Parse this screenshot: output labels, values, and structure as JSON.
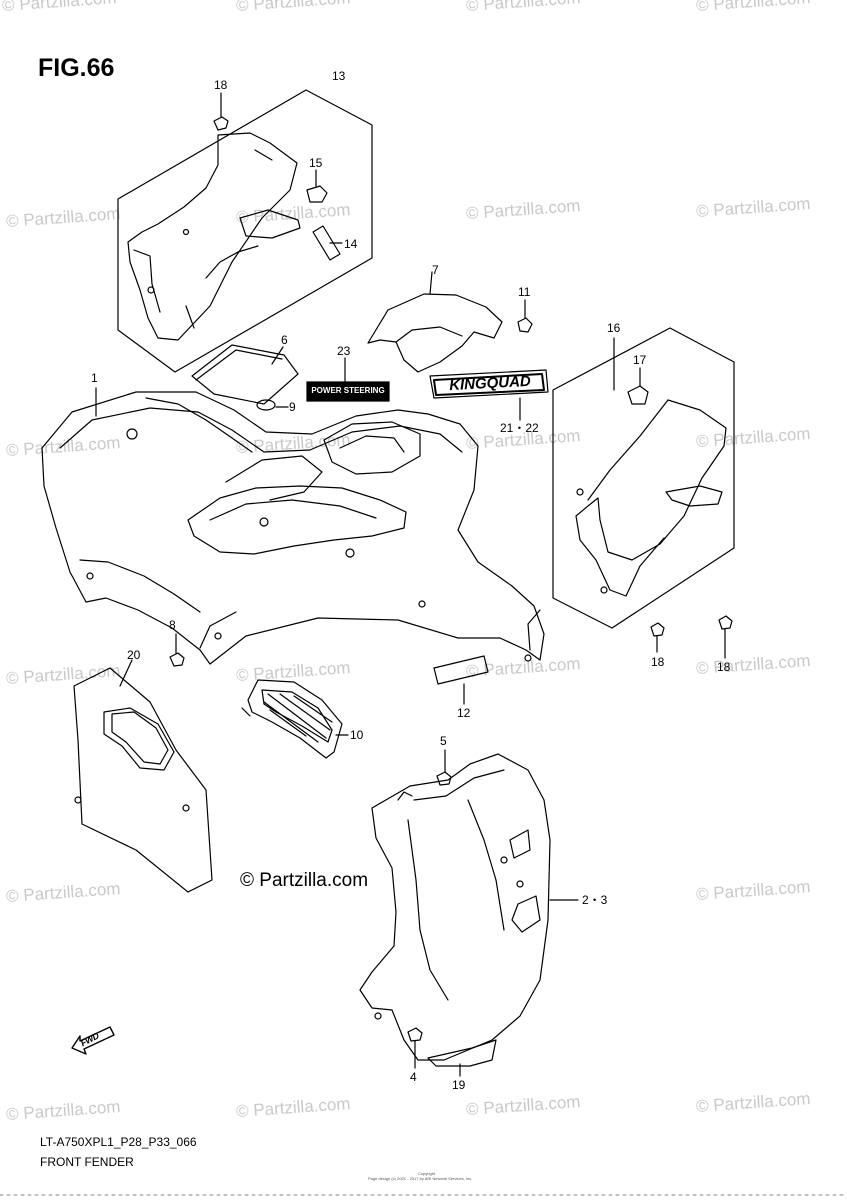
{
  "figure_title": "FIG.66",
  "watermark_text": "© Partzilla.com",
  "center_watermark": "© Partzilla.com",
  "callouts": {
    "c1": "1",
    "c2_3": "2・3",
    "c4": "4",
    "c5": "5",
    "c6": "6",
    "c7": "7",
    "c8": "8",
    "c9": "9",
    "c10": "10",
    "c11": "11",
    "c12": "12",
    "c13": "13",
    "c14": "14",
    "c15": "15",
    "c16": "16",
    "c17": "17",
    "c18a": "18",
    "c18b": "18",
    "c18c": "18",
    "c19": "19",
    "c20": "20",
    "c21_22": "21・22",
    "c23": "23"
  },
  "decals": {
    "power_steering": "POWER STEERING",
    "kingquad": "KINGQUAD"
  },
  "fwd_label": "FWD",
  "caption": {
    "model_code": "LT-A750XPL1_P28_P33_066",
    "part_name": "FRONT FENDER"
  },
  "copyright_lines": [
    "Copyright",
    "Page design (c) 2001 - 2017 by ARI Network Services, Inc."
  ]
}
